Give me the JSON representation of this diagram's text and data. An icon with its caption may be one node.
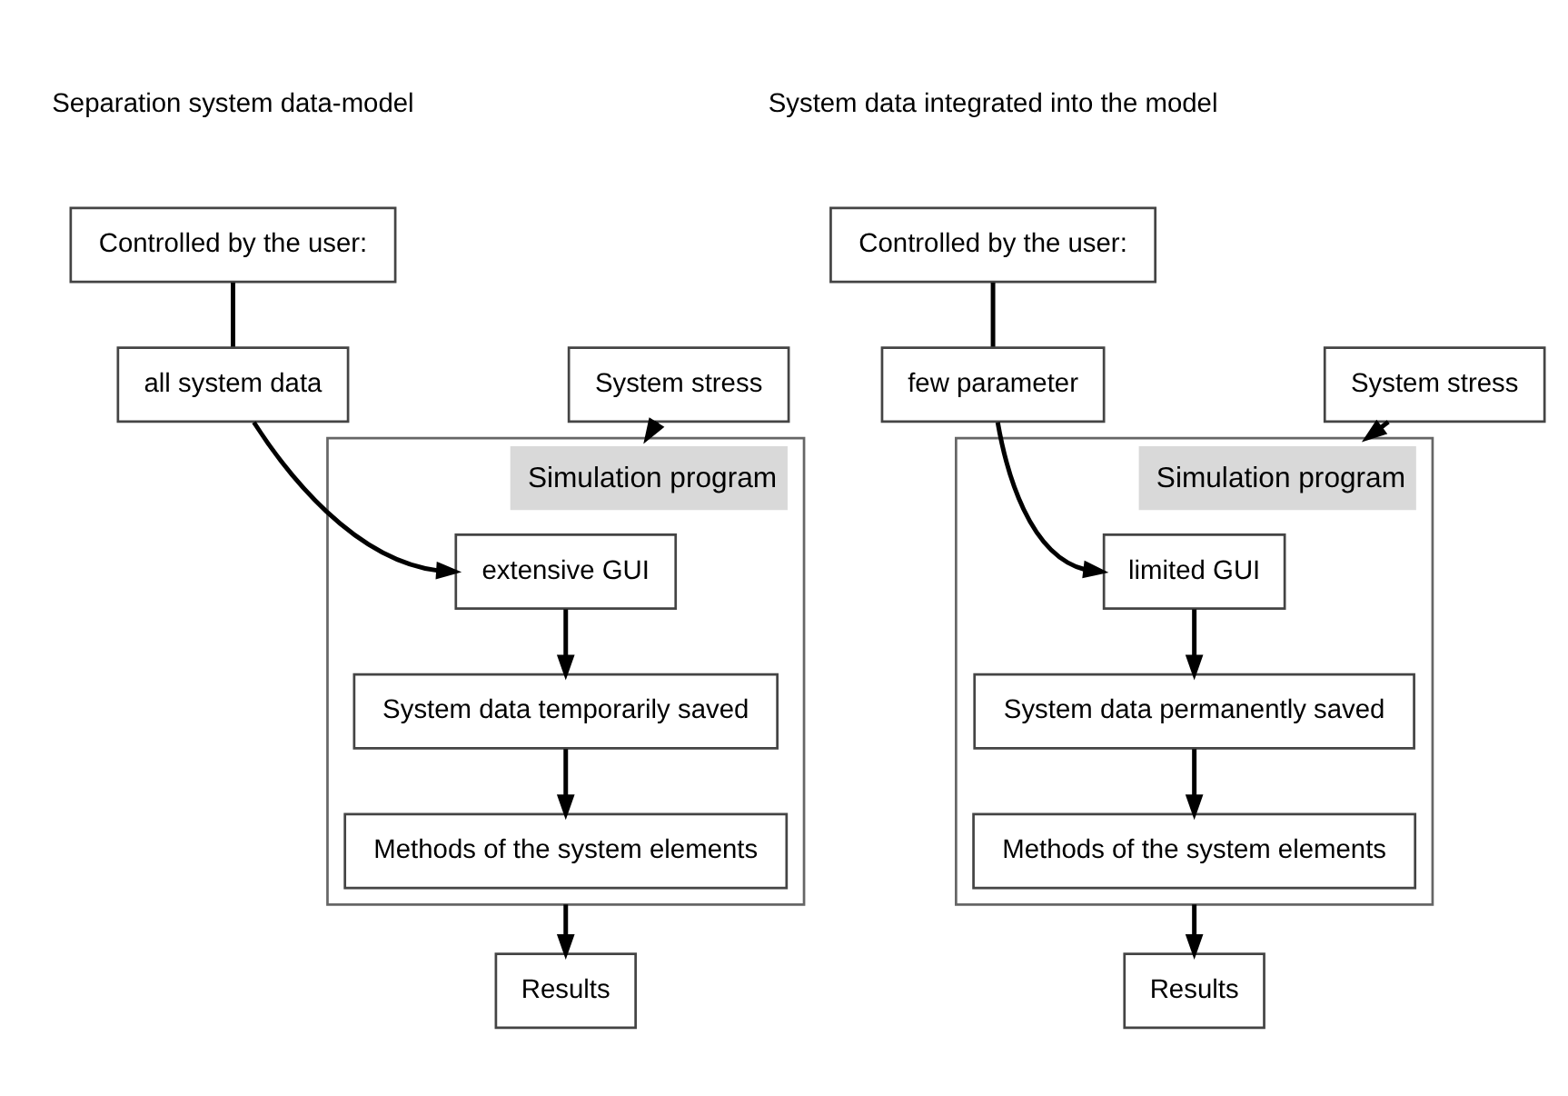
{
  "diagram": {
    "nodes": [
      {
        "text": [
          "Controlled by the user:"
        ]
      },
      {
        "text": [
          "all system data"
        ]
      },
      {
        "text": [
          "System stress"
        ]
      },
      {
        "text": [
          "Simulation program"
        ]
      },
      {
        "text": [
          "extensive GUI"
        ],
        "in": 3
      },
      {
        "text": [
          "System data temporarily saved"
        ],
        "in": 3
      },
      {
        "text": [
          "Methods of the system elements"
        ],
        "in": 3
      },
      {
        "text": [
          "Results"
        ]
      },
      {
        "text": [
          "Controlled by the user:"
        ]
      },
      {
        "text": [
          "few parameter"
        ]
      },
      {
        "text": [
          "System stress"
        ]
      },
      {
        "text": [
          "Simulation program"
        ]
      },
      {
        "text": [
          "limited GUI"
        ],
        "in": 11
      },
      {
        "text": [
          "System data permanently saved"
        ],
        "in": 11
      },
      {
        "text": [
          "Methods of the system elements"
        ],
        "in": 11
      },
      {
        "text": [
          "Results"
        ]
      }
    ],
    "edges": [
      {
        "from": 0,
        "to": 1,
        "arrow": "none"
      },
      {
        "from": 1,
        "to": 4,
        "arrow": "to"
      },
      {
        "from": 2,
        "to": 3,
        "arrow": "to"
      },
      {
        "from": 4,
        "to": 5,
        "arrow": "to"
      },
      {
        "from": 5,
        "to": 6,
        "arrow": "to"
      },
      {
        "from": 3,
        "to": 7,
        "arrow": "to"
      },
      {
        "from": 8,
        "to": 9,
        "arrow": "none"
      },
      {
        "from": 9,
        "to": 12,
        "arrow": "to"
      },
      {
        "from": 10,
        "to": 11,
        "arrow": "to"
      },
      {
        "from": 12,
        "to": 13,
        "arrow": "to"
      },
      {
        "from": 13,
        "to": 14,
        "arrow": "to"
      },
      {
        "from": 11,
        "to": 15,
        "arrow": "to"
      }
    ],
    "labels": [
      "Separation system data-model",
      "System data integrated into the model"
    ]
  }
}
